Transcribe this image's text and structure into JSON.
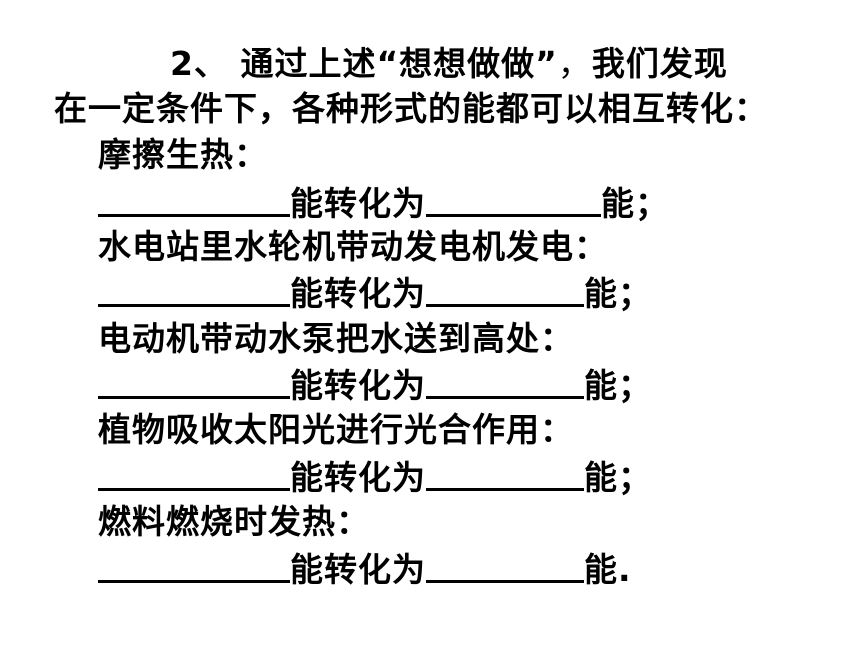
{
  "heading": {
    "number": "2、",
    "text_a": "通过上述“想想做做”",
    "comma": "，",
    "text_b": "我们发现"
  },
  "intro_line": "在一定条件下，各种形式的能都可以相互转化：",
  "items": [
    {
      "prompt": "摩擦生热：",
      "middle": "能转化为",
      "end": "能；"
    },
    {
      "prompt": "水电站里水轮机带动发电机发电：",
      "middle": "能转化为",
      "end": "能；"
    },
    {
      "prompt": "电动机带动水泵把水送到高处：",
      "middle": "能转化为",
      "end": "能；"
    },
    {
      "prompt": "植物吸收太阳光进行光合作用：",
      "middle": "能转化为",
      "end": "能；"
    },
    {
      "prompt": "燃料燃烧时发热：",
      "middle": "能转化为",
      "end": "能."
    }
  ]
}
